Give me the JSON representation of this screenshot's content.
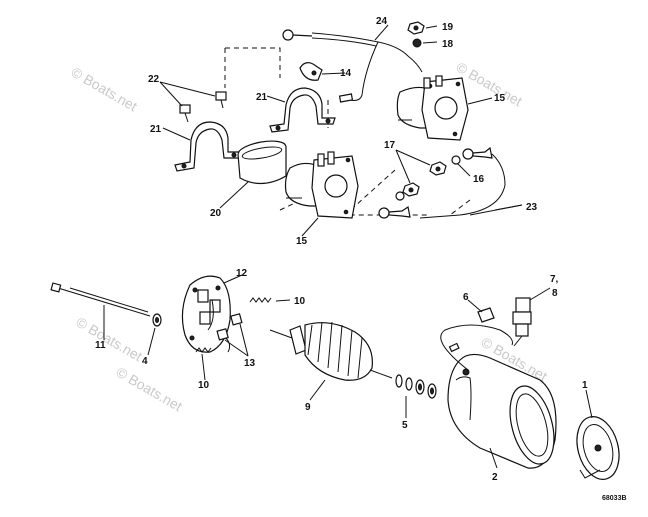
{
  "watermark": "© Boats.net",
  "drawing_number": "68033B",
  "callouts": {
    "c1": "1",
    "c2": "2",
    "c4": "4",
    "c5": "5",
    "c6": "6",
    "c7": "7,",
    "c8": "8",
    "c9": "9",
    "c10a": "10",
    "c10b": "10",
    "c11": "11",
    "c12": "12",
    "c13": "13",
    "c14": "14",
    "c15a": "15",
    "c15b": "15",
    "c16": "16",
    "c17": "17",
    "c18": "18",
    "c19": "19",
    "c20": "20",
    "c21a": "21",
    "c21b": "21",
    "c22": "22",
    "c23": "23",
    "c24": "24"
  }
}
